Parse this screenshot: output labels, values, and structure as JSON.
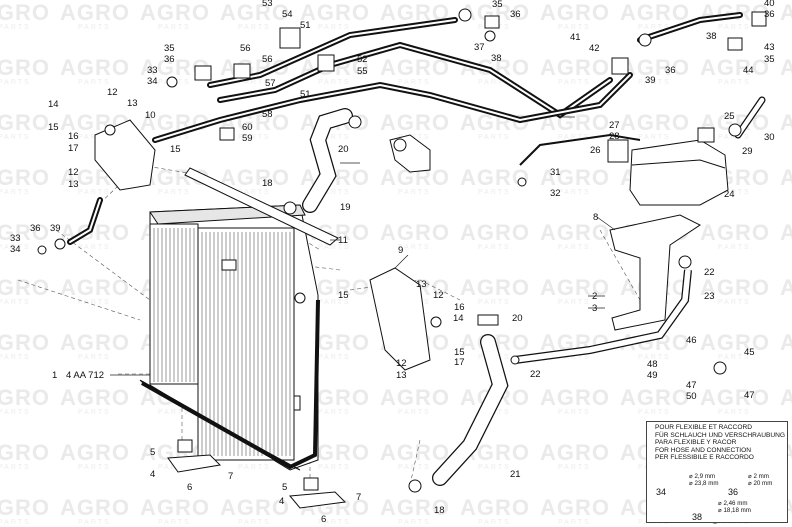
{
  "watermark": {
    "brand": "AGRO",
    "sub": "PARTS"
  },
  "callouts": {
    "c1": "1",
    "c1note": "4 AA 712",
    "c2": "2",
    "c3": "3",
    "c4": "4",
    "c5": "5",
    "c6": "6",
    "c7": "7",
    "c8": "8",
    "c9": "9",
    "c10": "10",
    "c11": "11",
    "c12": "12",
    "c13": "13",
    "c14": "14",
    "c15": "15",
    "c16": "16",
    "c17": "17",
    "c18": "18",
    "c19": "19",
    "c20": "20",
    "c21": "21",
    "c22": "22",
    "c23": "23",
    "c24": "24",
    "c25": "25",
    "c26": "26",
    "c27": "27",
    "c28": "28",
    "c29": "29",
    "c30": "30",
    "c31": "31",
    "c32": "32",
    "c33": "33",
    "c34": "34",
    "c35": "35",
    "c36": "36",
    "c37": "37",
    "c38": "38",
    "c39": "39",
    "c40": "40",
    "c41": "41",
    "c42": "42",
    "c43": "43",
    "c44": "44",
    "c45": "45",
    "c46": "46",
    "c47": "47",
    "c48": "48",
    "c49": "49",
    "c50": "50",
    "c51": "51",
    "c52": "52",
    "c53": "53",
    "c54": "54",
    "c55": "55",
    "c56": "56",
    "c57": "57",
    "c58": "58",
    "c59": "59",
    "c60": "60"
  },
  "legend": {
    "lines": [
      "POUR FLEXIBLE ET RACCORD",
      "FÜR SCHLAUCH UND VERSCHRAUBUNG",
      "PARA FLEXIBLE Y RACOR",
      "FOR HOSE AND CONNECTION",
      "PER FLESSIBILE E RACCORDO"
    ],
    "item34": "34",
    "item36": "36",
    "item38": "38",
    "dims34": [
      "⌀ 2,9 mm",
      "⌀ 23,8 mm"
    ],
    "dims36": [
      "⌀ 2 mm",
      "⌀ 20 mm"
    ],
    "dims38": [
      "⌀ 2,46 mm",
      "⌀ 18,18 mm"
    ]
  },
  "colors": {
    "line": "#111111",
    "watermark": "#eaeaea",
    "background": "#ffffff"
  }
}
